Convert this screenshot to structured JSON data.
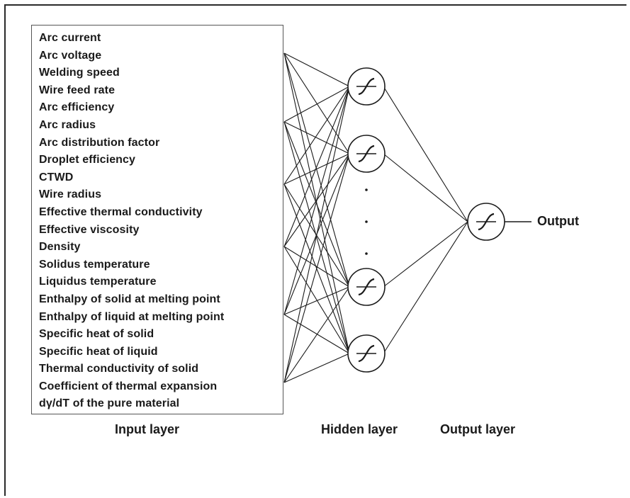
{
  "diagram": {
    "input_features": [
      "Arc current",
      "Arc voltage",
      "Welding speed",
      "Wire feed rate",
      "Arc efficiency",
      "Arc radius",
      "Arc distribution factor",
      "Droplet efficiency",
      "CTWD",
      "Wire radius",
      "Effective thermal conductivity",
      "Effective viscosity",
      "Density",
      "Solidus temperature",
      "Liquidus temperature",
      "Enthalpy of solid at melting point",
      "Enthalpy of liquid at melting point",
      "Specific heat of solid",
      "Specific heat of liquid",
      "Thermal conductivity of solid",
      "Coefficient of thermal expansion",
      "dγ/dT of the pure material"
    ],
    "labels": {
      "input_layer": "Input layer",
      "hidden_layer": "Hidden layer",
      "output_layer": "Output layer",
      "output": "Output"
    },
    "hidden_neuron_count_shown": 4,
    "node_icon": "sigmoid-activation-icon",
    "colors": {
      "line": "#1a1a1a",
      "text": "#1a1a1a",
      "box_border": "#555555"
    }
  }
}
